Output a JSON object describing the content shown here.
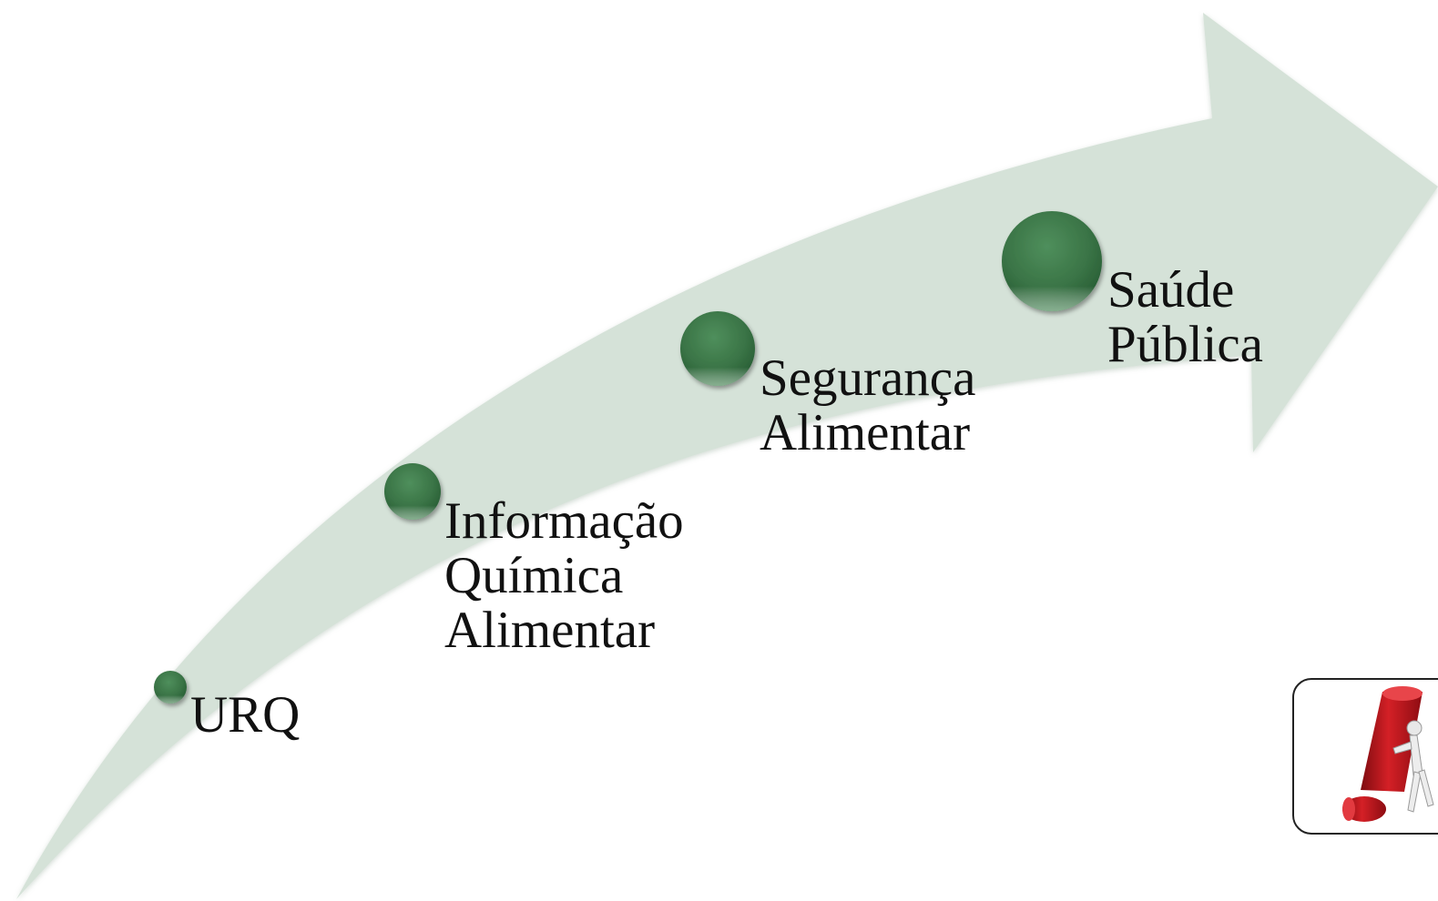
{
  "diagram": {
    "arrow_color": "#d5e2d8",
    "node_color": "#3f7c4b",
    "steps": [
      {
        "id": "urq",
        "lines": [
          "URQ"
        ]
      },
      {
        "id": "info",
        "lines": [
          "Informação",
          "Química",
          "Alimentar"
        ]
      },
      {
        "id": "seg",
        "lines": [
          "Segurança",
          "Alimentar"
        ]
      },
      {
        "id": "saude",
        "lines": [
          "Saúde",
          "Pública"
        ]
      }
    ]
  },
  "warning_card": {
    "icon": "exclamation-figure-icon",
    "accent_color": "#c0161c"
  }
}
